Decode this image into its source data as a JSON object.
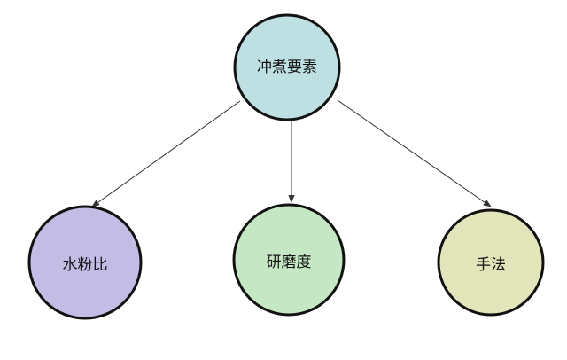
{
  "diagram": {
    "root": {
      "label": "冲煮要素",
      "fill": "#bfe0e3"
    },
    "children": [
      {
        "label": "水粉比",
        "fill": "#c3bde6"
      },
      {
        "label": "研磨度",
        "fill": "#c6e7c3"
      },
      {
        "label": "手法",
        "fill": "#e2e4b9"
      }
    ],
    "stroke_color": "#111111",
    "edge_color": "#333333"
  }
}
